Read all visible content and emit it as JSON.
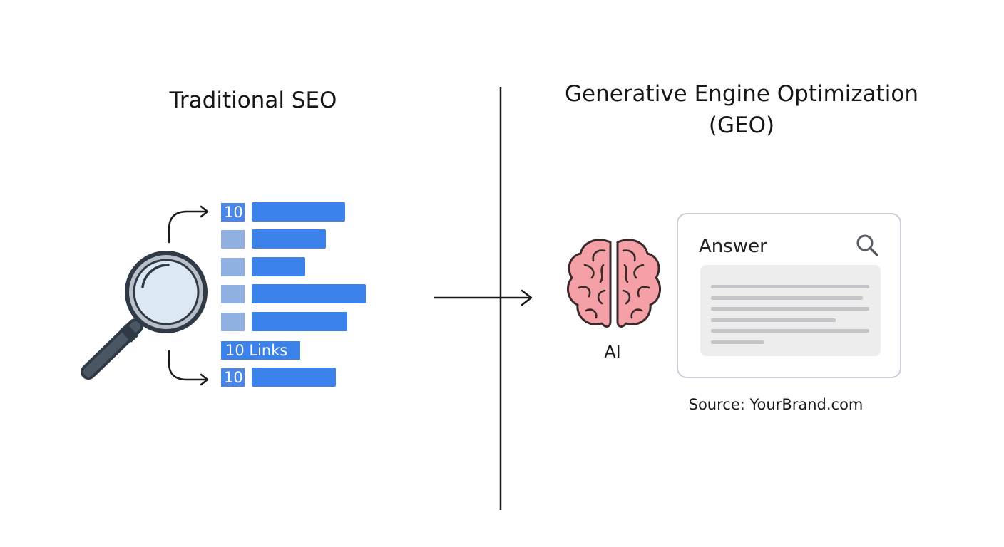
{
  "left_panel": {
    "title": "Traditional SEO",
    "results": [
      {
        "badge": "10",
        "badge_style": "dark",
        "bar_fraction": 0.82
      },
      {
        "badge": "",
        "badge_style": "light",
        "bar_fraction": 0.65
      },
      {
        "badge": "",
        "badge_style": "light",
        "bar_fraction": 0.47
      },
      {
        "badge": "",
        "badge_style": "light",
        "bar_fraction": 1.0
      },
      {
        "badge": "",
        "badge_style": "light",
        "bar_fraction": 0.84
      },
      {
        "badge": "10 Links",
        "badge_style": "wide",
        "bar_fraction": 0
      },
      {
        "badge": "10",
        "badge_style": "dark",
        "bar_fraction": 0.74
      }
    ],
    "icon": "magnifying-glass-icon"
  },
  "right_panel": {
    "title_line1": "Generative Engine Optimization",
    "title_line2": "(GEO)",
    "ai_label": "AI",
    "ai_icon": "brain-icon",
    "answer_title": "Answer",
    "answer_icon": "search-icon",
    "answer_line_fractions": [
      1.0,
      0.96,
      1.0,
      0.79,
      1.0,
      0.34
    ],
    "source": "Source: YourBrand.com"
  },
  "colors": {
    "accent_blue": "#3b82ea",
    "badge_light": "#8fb0e0",
    "brain_fill": "#f4a0a6",
    "brain_stroke": "#3a2a2c",
    "card_border": "#c9ced6",
    "line_color": "#1a1a1a"
  }
}
